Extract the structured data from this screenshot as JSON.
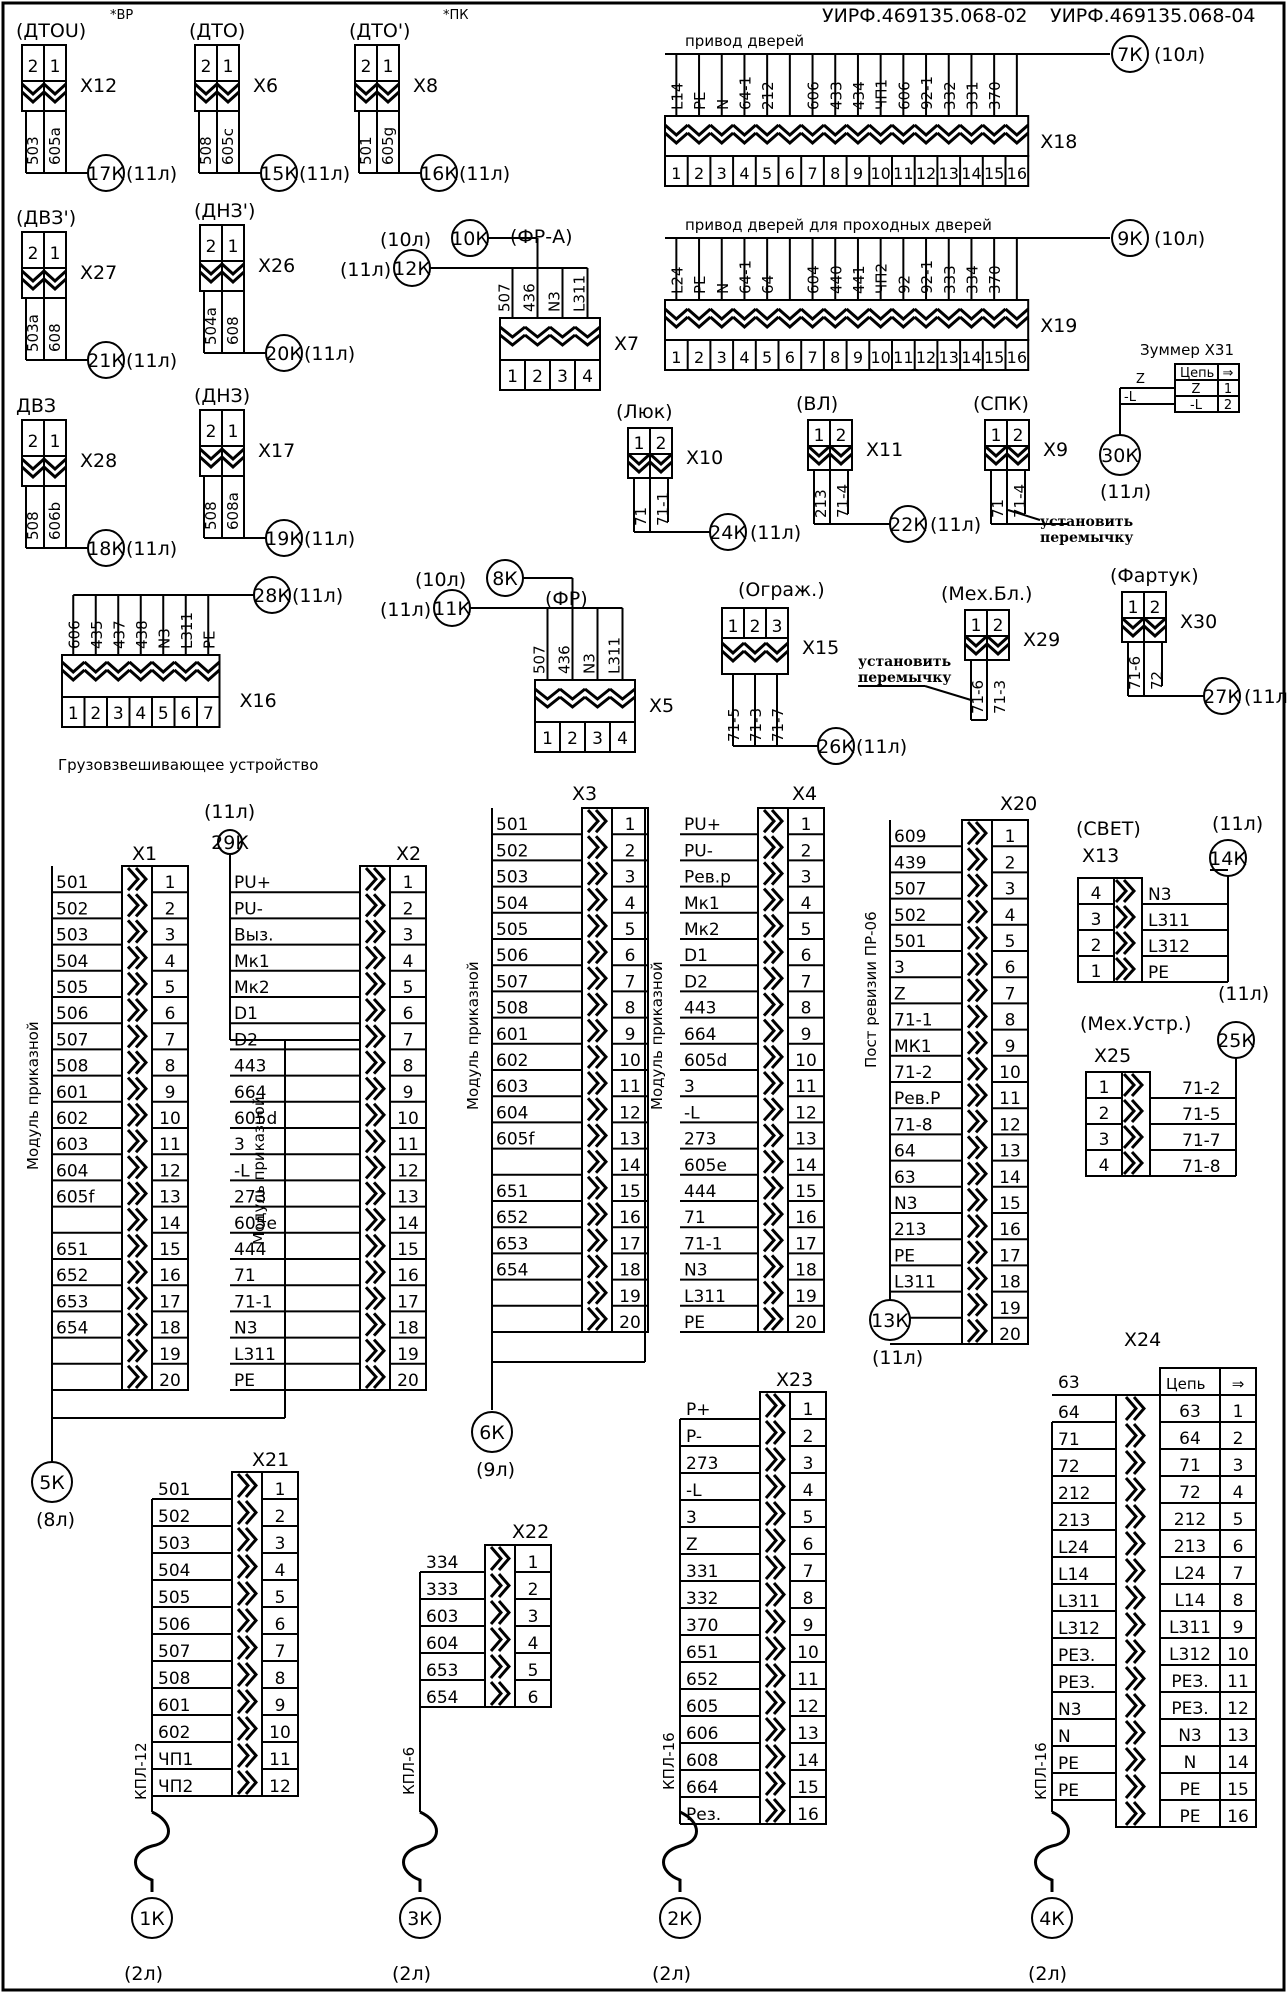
{
  "header": {
    "code_left": "УИРФ.469135.068-02",
    "code_right": "УИРФ.469135.068-04"
  },
  "small_conn": [
    {
      "id": "X12",
      "title": "(ДТОU)",
      "sup": "*ВР",
      "pins": [
        "2",
        "1"
      ],
      "wires": [
        "503",
        "605a"
      ],
      "ref": "17К",
      "sheet": "(11л)"
    },
    {
      "id": "X6",
      "title": "(ДТО)",
      "sup": "",
      "pins": [
        "2",
        "1"
      ],
      "wires": [
        "508",
        "605c"
      ],
      "ref": "15К",
      "sheet": "(11л)"
    },
    {
      "id": "X8",
      "title": "(ДТО')",
      "sup": "*ПК",
      "pins": [
        "2",
        "1"
      ],
      "wires": [
        "501",
        "605g"
      ],
      "ref": "16К",
      "sheet": "(11л)"
    },
    {
      "id": "X27",
      "title": "(ДВЗ')",
      "sup": "",
      "pins": [
        "2",
        "1"
      ],
      "wires": [
        "503a",
        "608"
      ],
      "ref": "21К",
      "sheet": "(11л)"
    },
    {
      "id": "X26",
      "title": "(ДНЗ')",
      "sup": "",
      "pins": [
        "2",
        "1"
      ],
      "wires": [
        "504a",
        "608"
      ],
      "ref": "20К",
      "sheet": "(11л)"
    },
    {
      "id": "X28",
      "title": "ДВЗ",
      "sup": "",
      "pins": [
        "2",
        "1"
      ],
      "wires": [
        "508",
        "606b"
      ],
      "ref": "18К",
      "sheet": "(11л)"
    },
    {
      "id": "X17",
      "title": "(ДНЗ)",
      "sup": "",
      "pins": [
        "2",
        "1"
      ],
      "wires": [
        "508",
        "608a"
      ],
      "ref": "19К",
      "sheet": "(11л)"
    },
    {
      "id": "X10",
      "title": "(Люк)",
      "sup": "",
      "pins": [
        "1",
        "2"
      ],
      "wires": [
        "71",
        "71-1"
      ],
      "ref": "24К",
      "sheet": "(11л)"
    },
    {
      "id": "X11",
      "title": "(ВЛ)",
      "sup": "",
      "pins": [
        "1",
        "2"
      ],
      "wires": [
        "213",
        "71-4"
      ],
      "ref": "22К",
      "sheet": "(11л)"
    },
    {
      "id": "X9",
      "title": "(СПК)",
      "sup": "",
      "pins": [
        "1",
        "2"
      ],
      "wires": [
        "71",
        "71-4"
      ],
      "ref": "",
      "sheet": ""
    },
    {
      "id": "X29",
      "title": "(Мех.Бл.)",
      "sup": "",
      "pins": [
        "1",
        "2"
      ],
      "wires": [
        "71-6",
        "71-3"
      ],
      "ref": "",
      "sheet": ""
    },
    {
      "id": "X30",
      "title": "(Фартук)",
      "sup": "",
      "pins": [
        "1",
        "2"
      ],
      "wires": [
        "71-6",
        "72"
      ],
      "ref": "27К",
      "sheet": "(11л)"
    }
  ],
  "jumper_note": "установить перемычку",
  "x18": {
    "id": "X18",
    "title": "привод дверей",
    "ref": "7К",
    "sheet": "(10л)",
    "wires": [
      "L14",
      "PE",
      "N",
      "64-1",
      "212",
      "",
      "606",
      "433",
      "434",
      "ЧП1",
      "606",
      "92-1",
      "332",
      "331",
      "370",
      ""
    ],
    "pins": [
      "1",
      "2",
      "3",
      "4",
      "5",
      "6",
      "7",
      "8",
      "9",
      "10",
      "11",
      "12",
      "13",
      "14",
      "15",
      "16"
    ]
  },
  "x19": {
    "id": "X19",
    "title": "привод дверей для проходных дверей",
    "ref": "9К",
    "sheet": "(10л)",
    "wires": [
      "L24",
      "PE",
      "N",
      "64-1",
      "64",
      "",
      "604",
      "440",
      "441",
      "ЧП2",
      "92",
      "92-1",
      "333",
      "334",
      "370",
      ""
    ],
    "pins": [
      "1",
      "2",
      "3",
      "4",
      "5",
      "6",
      "7",
      "8",
      "9",
      "10",
      "11",
      "12",
      "13",
      "14",
      "15",
      "16"
    ]
  },
  "x31": {
    "title": "Зуммер X31",
    "head": "Цепь",
    "rows": [
      [
        "Z",
        "1"
      ],
      [
        "-L",
        "2"
      ]
    ],
    "wires": [
      "Z",
      "-L"
    ],
    "ref": "30К",
    "sheet": "(11л)"
  },
  "x7": {
    "id": "X7",
    "title": "(ФР-А)",
    "ref_a": "10К",
    "ref_a_sheet": "(10л)",
    "ref_b": "12К",
    "ref_b_sheet": "(11л)",
    "wires": [
      "507",
      "436",
      "N3",
      "L311"
    ],
    "pins": [
      "1",
      "2",
      "3",
      "4"
    ]
  },
  "x5": {
    "id": "X5",
    "title": "(ФР)",
    "ref_a": "8К",
    "ref_a_sheet": "(10л)",
    "ref_b": "11К",
    "ref_b_sheet": "(11л)",
    "wires": [
      "507",
      "436",
      "N3",
      "L311"
    ],
    "pins": [
      "1",
      "2",
      "3",
      "4"
    ]
  },
  "x15": {
    "id": "X15",
    "title": "(Ограж.)",
    "wires": [
      "71-5",
      "71-3",
      "71-7"
    ],
    "pins": [
      "1",
      "2",
      "3"
    ],
    "ref": "26К",
    "sheet": "(11л)"
  },
  "x16": {
    "id": "X16",
    "ref": "28К",
    "sheet": "(11л)",
    "wires": [
      "606",
      "435",
      "437",
      "438",
      "N3",
      "L311",
      "PE"
    ],
    "pins": [
      "1",
      "2",
      "3",
      "4",
      "5",
      "6",
      "7"
    ],
    "caption": "Грузовзвешивающее устройство"
  },
  "x1": {
    "id": "X1",
    "side": "Модуль приказной",
    "wires": [
      "501",
      "502",
      "503",
      "504",
      "505",
      "506",
      "507",
      "508",
      "601",
      "602",
      "603",
      "604",
      "605f",
      "",
      "651",
      "652",
      "653",
      "654",
      "",
      ""
    ],
    "pins": [
      "1",
      "2",
      "3",
      "4",
      "5",
      "6",
      "7",
      "8",
      "9",
      "10",
      "11",
      "12",
      "13",
      "14",
      "15",
      "16",
      "17",
      "18",
      "19",
      "20"
    ],
    "ref": "5К",
    "sheet": "(8л)"
  },
  "x2": {
    "id": "X2",
    "side": "Модуль приказной",
    "top_ref": "29К",
    "top_sheet": "(11л)",
    "wires": [
      "PU+",
      "PU-",
      "Выз.",
      "Мк1",
      "Мк2",
      "D1",
      "D2",
      "443",
      "664",
      "605d",
      "3",
      "-L",
      "273",
      "605e",
      "444",
      "71",
      "71-1",
      "N3",
      "L311",
      "PE"
    ],
    "pins": [
      "1",
      "2",
      "3",
      "4",
      "5",
      "6",
      "7",
      "8",
      "9",
      "10",
      "11",
      "12",
      "13",
      "14",
      "15",
      "16",
      "17",
      "18",
      "19",
      "20"
    ]
  },
  "x3": {
    "id": "X3",
    "side": "Модуль приказной",
    "wires": [
      "501",
      "502",
      "503",
      "504",
      "505",
      "506",
      "507",
      "508",
      "601",
      "602",
      "603",
      "604",
      "605f",
      "",
      "651",
      "652",
      "653",
      "654",
      "",
      ""
    ],
    "pins": [
      "1",
      "2",
      "3",
      "4",
      "5",
      "6",
      "7",
      "8",
      "9",
      "10",
      "11",
      "12",
      "13",
      "14",
      "15",
      "16",
      "17",
      "18",
      "19",
      "20"
    ],
    "ref": "6К",
    "sheet": "(9л)"
  },
  "x4": {
    "id": "X4",
    "side": "Модуль приказной",
    "wires": [
      "PU+",
      "PU-",
      "Рев.р",
      "Мк1",
      "Мк2",
      "D1",
      "D2",
      "443",
      "664",
      "605d",
      "3",
      "-L",
      "273",
      "605e",
      "444",
      "71",
      "71-1",
      "N3",
      "L311",
      "PE"
    ],
    "pins": [
      "1",
      "2",
      "3",
      "4",
      "5",
      "6",
      "7",
      "8",
      "9",
      "10",
      "11",
      "12",
      "13",
      "14",
      "15",
      "16",
      "17",
      "18",
      "19",
      "20"
    ]
  },
  "x20": {
    "id": "X20",
    "side": "Пост ревизии ПР-06",
    "wires": [
      "609",
      "439",
      "507",
      "502",
      "501",
      "3",
      "Z",
      "71-1",
      "МК1",
      "71-2",
      "Рев.Р",
      "71-8",
      "64",
      "63",
      "N3",
      "213",
      "PE",
      "L311",
      "",
      ""
    ],
    "pins": [
      "1",
      "2",
      "3",
      "4",
      "5",
      "6",
      "7",
      "8",
      "9",
      "10",
      "11",
      "12",
      "13",
      "14",
      "15",
      "16",
      "17",
      "18",
      "19",
      "20"
    ],
    "ref": "13К",
    "sheet": "(11л)"
  },
  "x13": {
    "id": "X13",
    "title": "(СВЕТ)",
    "ref": "14К",
    "sheet": "(11л)",
    "pins": [
      "4",
      "3",
      "2",
      "1"
    ],
    "wires": [
      "N3",
      "L311",
      "L312",
      "PE"
    ]
  },
  "x25": {
    "id": "X25",
    "title": "(Мех.Устр.)",
    "ref": "25К",
    "sheet": "(11л)",
    "pins": [
      "1",
      "2",
      "3",
      "4"
    ],
    "wires": [
      "71-2",
      "71-5",
      "71-7",
      "71-8"
    ]
  },
  "x21": {
    "id": "X21",
    "wires": [
      "501",
      "502",
      "503",
      "504",
      "505",
      "506",
      "507",
      "508",
      "601",
      "602",
      "ЧП1",
      "ЧП2"
    ],
    "pins": [
      "1",
      "2",
      "3",
      "4",
      "5",
      "6",
      "7",
      "8",
      "9",
      "10",
      "11",
      "12"
    ],
    "cable": "КПЛ-12",
    "ref": "1К",
    "sheet": "(2л)"
  },
  "x22": {
    "id": "X22",
    "wires": [
      "334",
      "333",
      "603",
      "604",
      "653",
      "654"
    ],
    "pins": [
      "1",
      "2",
      "3",
      "4",
      "5",
      "6"
    ],
    "cable": "КПЛ-6",
    "ref": "3К",
    "sheet": "(2л)"
  },
  "x23": {
    "id": "X23",
    "wires": [
      "P+",
      "P-",
      "273",
      "-L",
      "3",
      "Z",
      "331",
      "332",
      "370",
      "651",
      "652",
      "605",
      "606",
      "608",
      "664",
      "Рез."
    ],
    "pins": [
      "1",
      "2",
      "3",
      "4",
      "5",
      "6",
      "7",
      "8",
      "9",
      "10",
      "11",
      "12",
      "13",
      "14",
      "15",
      "16"
    ],
    "cable": "КПЛ-16",
    "ref": "2К",
    "sheet": "(2л)"
  },
  "x24": {
    "id": "X24",
    "head": "Цепь",
    "wires": [
      "63",
      "64",
      "71",
      "72",
      "212",
      "213",
      "L24",
      "L14",
      "L311",
      "L312",
      "РЕЗ.",
      "РЕЗ.",
      "N3",
      "N",
      "PE",
      "PE"
    ],
    "chain": [
      "63",
      "64",
      "71",
      "72",
      "212",
      "213",
      "L24",
      "L14",
      "L311",
      "L312",
      "РЕЗ.",
      "РЕЗ.",
      "N3",
      "N",
      "PE",
      "PE"
    ],
    "pins": [
      "1",
      "2",
      "3",
      "4",
      "5",
      "6",
      "7",
      "8",
      "9",
      "10",
      "11",
      "12",
      "13",
      "14",
      "15",
      "16"
    ],
    "cable": "КПЛ-16",
    "ref": "4К",
    "sheet": "(2л)"
  }
}
